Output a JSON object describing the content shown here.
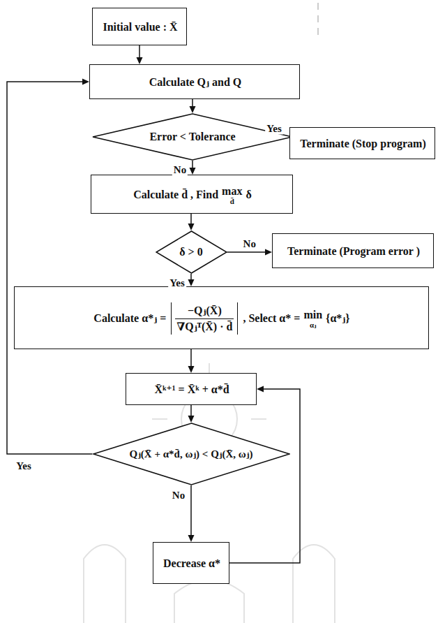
{
  "diagram": {
    "nodes": [
      {
        "text": [
          "Initial value : X̄"
        ]
      },
      {
        "text": [
          "Calculate Qⱼ and Q"
        ]
      },
      {
        "text": [
          "Error < Tolerance"
        ]
      },
      {
        "text": [
          "Terminate (Stop program)"
        ]
      },
      {
        "text": [
          "Calculate d̄ , Find",
          "max",
          "d̄",
          "δ"
        ]
      },
      {
        "text": [
          "δ > 0"
        ]
      },
      {
        "text": [
          "Terminate (Program error )"
        ]
      },
      {
        "text": [
          "Calculate α*ⱼ =",
          "−Qⱼ(X̄)",
          "∇Qⱼᵀ(X̄) · d̄",
          ", Select α* =",
          "min",
          "αⱼ",
          "{α*ⱼ}"
        ]
      },
      {
        "text": [
          "X̄ᵏ⁺¹ = X̄ᵏ + α*d̄"
        ]
      },
      {
        "text": [
          "Qⱼ(X̄ + α*d̄, ωⱼ) < Qⱼ(X̄, ωⱼ)"
        ]
      },
      {
        "text": [
          "Decrease α*"
        ]
      }
    ],
    "edges": [
      {
        "from": 0,
        "to": 1,
        "arrow": "to"
      },
      {
        "from": 1,
        "to": 2,
        "arrow": "to"
      },
      {
        "from": 2,
        "to": 3,
        "label": "Yes",
        "arrow": "to"
      },
      {
        "from": 2,
        "to": 4,
        "label": "No",
        "arrow": "to"
      },
      {
        "from": 4,
        "to": 5,
        "arrow": "to"
      },
      {
        "from": 5,
        "to": 6,
        "label": "No",
        "arrow": "to"
      },
      {
        "from": 5,
        "to": 7,
        "label": "Yes",
        "arrow": "to"
      },
      {
        "from": 7,
        "to": 8,
        "arrow": "to"
      },
      {
        "from": 8,
        "to": 9,
        "arrow": "to"
      },
      {
        "from": 9,
        "to": 1,
        "label": "Yes",
        "arrow": "to"
      },
      {
        "from": 9,
        "to": 10,
        "label": "No",
        "arrow": "to"
      },
      {
        "from": 10,
        "to": 8,
        "arrow": "to"
      }
    ]
  }
}
